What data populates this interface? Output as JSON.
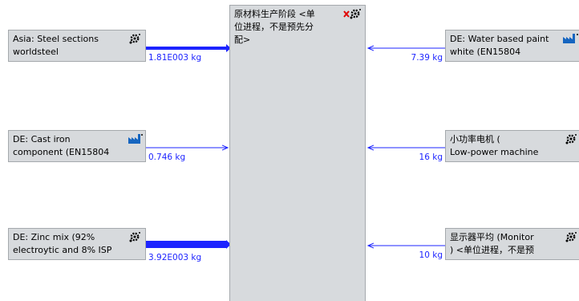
{
  "center": {
    "label": "原材料生产阶段 <单\n位进程，不是预先分\n配>"
  },
  "inputs_left": [
    {
      "label": "Asia: Steel sections\nworldsteel",
      "amount": "1.81E003 kg",
      "icon": "gear-icon"
    },
    {
      "label": "DE: Cast iron\ncomponent (EN15804",
      "amount": "0.746 kg",
      "icon": "factory-icon"
    },
    {
      "label": "DE: Zinc mix (92%\nelectroytic and 8% ISP",
      "amount": "3.92E003 kg",
      "icon": "gear-icon"
    }
  ],
  "inputs_right": [
    {
      "label": "DE: Water based paint\nwhite (EN15804",
      "amount": "7.39 kg",
      "icon": "factory-icon"
    },
    {
      "label": "小功率电机 (\nLow-power machine",
      "amount": "16 kg",
      "icon": "gear-icon"
    },
    {
      "label": "显示器平均 (Monitor\n) <单位进程，不是预",
      "amount": "10 kg",
      "icon": "gear-icon"
    }
  ],
  "colors": {
    "flow": "#1d24ff",
    "box_fill": "#d7dadd",
    "box_border": "#a5a9ad",
    "gear": "#000000",
    "factory": "#1565c0",
    "x_mark": "#e00000"
  }
}
